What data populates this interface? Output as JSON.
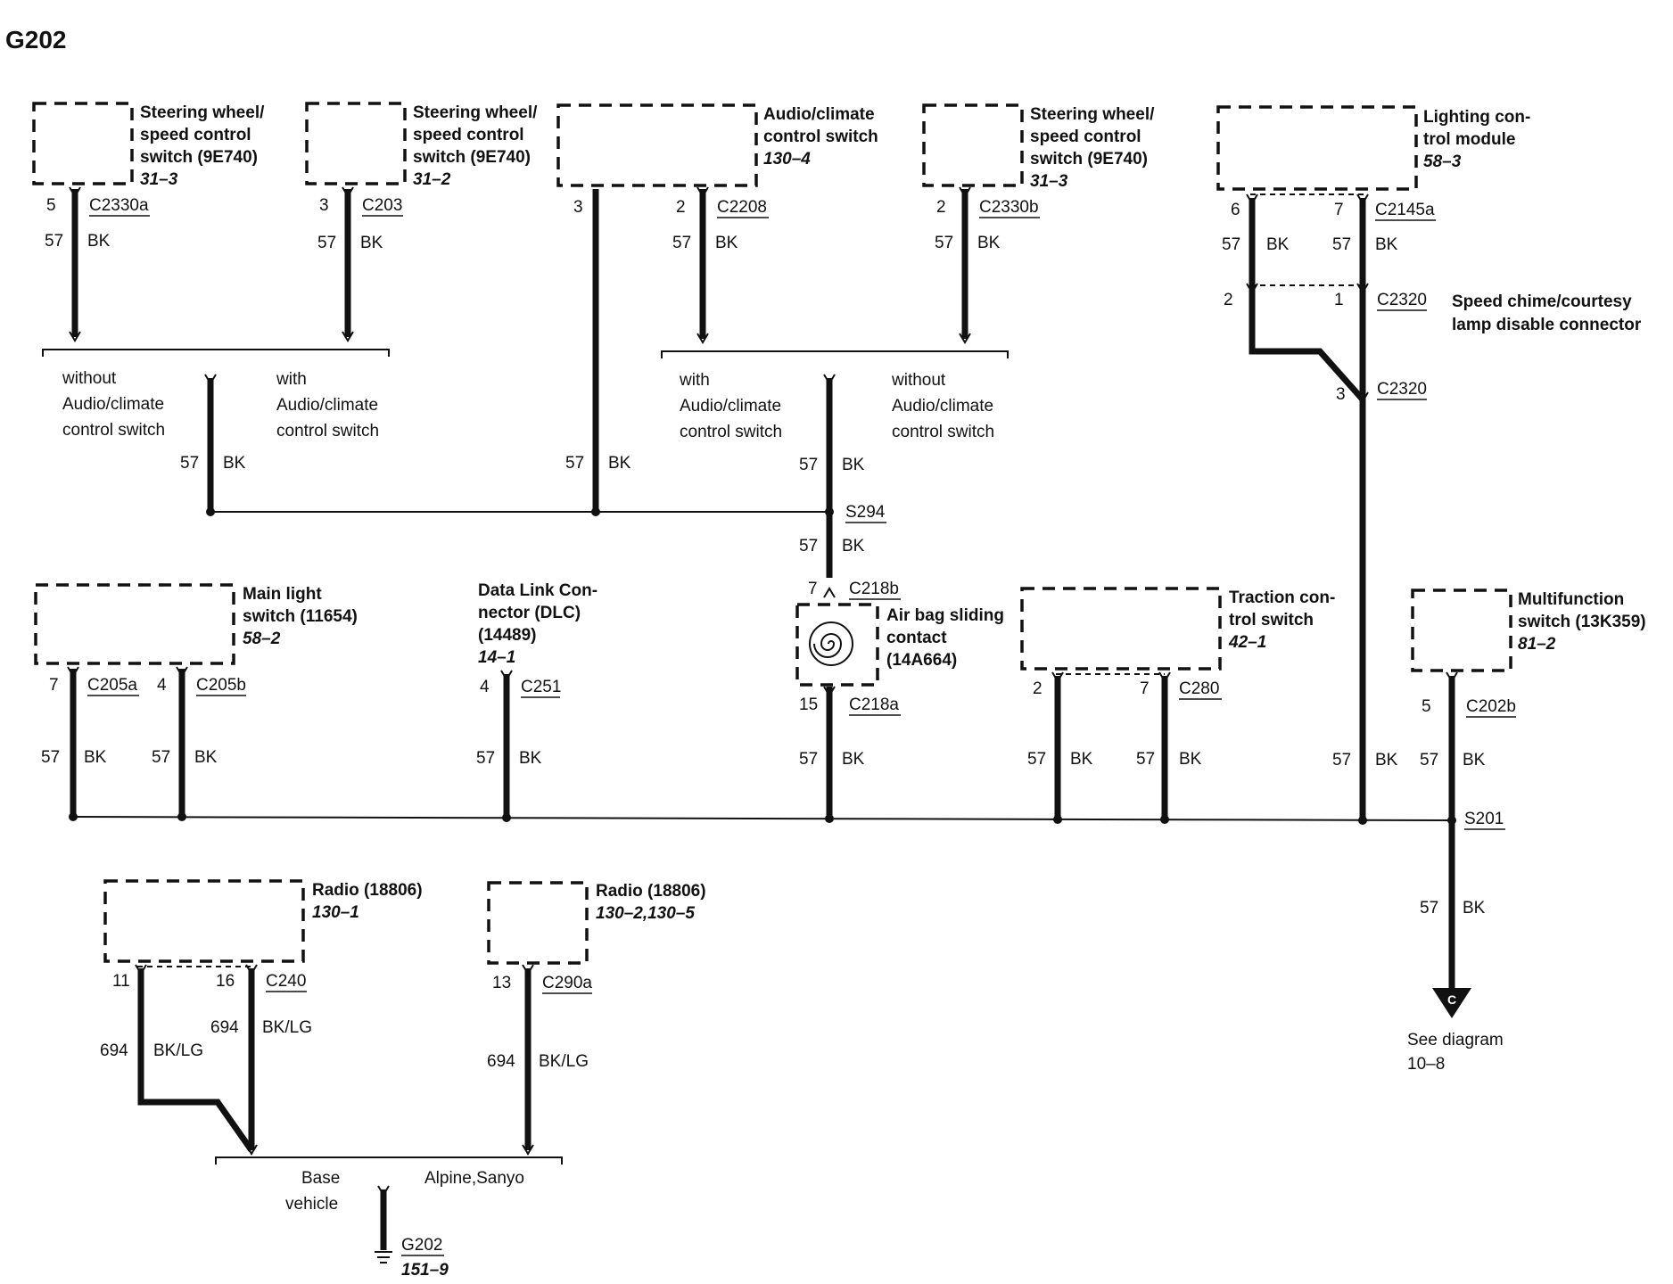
{
  "title": "G202",
  "components": {
    "sw1": {
      "name_lines": [
        "Steering wheel/",
        "speed control",
        "switch (9E740)"
      ],
      "ref": "31–3"
    },
    "sw2": {
      "name_lines": [
        "Steering wheel/",
        "speed control",
        "switch (9E740)"
      ],
      "ref": "31–2"
    },
    "audio": {
      "name_lines": [
        "Audio/climate",
        "control switch"
      ],
      "ref": "130–4"
    },
    "sw3": {
      "name_lines": [
        "Steering wheel/",
        "speed control",
        "switch (9E740)"
      ],
      "ref": "31–3"
    },
    "lcm": {
      "name_lines": [
        "Lighting con-",
        "trol module"
      ],
      "ref": "58–3"
    },
    "speed_chime": {
      "name_lines": [
        "Speed chime/courtesy",
        "lamp disable connector"
      ]
    },
    "main_light": {
      "name_lines": [
        "Main light",
        "switch (11654)"
      ],
      "ref": "58–2"
    },
    "dlc": {
      "name_lines": [
        "Data Link Con-",
        "nector (DLC)",
        "(14489)"
      ],
      "ref": "14–1"
    },
    "airbag": {
      "name_lines": [
        "Air bag sliding",
        "contact",
        "(14A664)"
      ]
    },
    "traction": {
      "name_lines": [
        "Traction con-",
        "trol switch"
      ],
      "ref": "42–1"
    },
    "multifunction": {
      "name_lines": [
        "Multifunction",
        "switch (13K359)"
      ],
      "ref": "81–2"
    },
    "radio1": {
      "name_lines": [
        "Radio (18806)"
      ],
      "ref": "130–1"
    },
    "radio2": {
      "name_lines": [
        "Radio (18806)"
      ],
      "ref": "130–2,130–5"
    }
  },
  "connectors": {
    "c2330a": "C2330a",
    "c203": "C203",
    "c2208": "C2208",
    "c2330b": "C2330b",
    "c2145a": "C2145a",
    "c2320a": "C2320",
    "c2320b": "C2320",
    "c205a": "C205a",
    "c205b": "C205b",
    "c251": "C251",
    "c218b": "C218b",
    "c218a": "C218a",
    "c280": "C280",
    "c202b": "C202b",
    "c240": "C240",
    "c290a": "C290a"
  },
  "splices": {
    "s294": "S294",
    "s201": "S201"
  },
  "ground": {
    "name": "G202",
    "ref": "151–9"
  },
  "pins": {
    "sw1": "5",
    "sw2": "3",
    "audio_l": "3",
    "audio_r": "2",
    "sw3": "2",
    "lcm_l": "6",
    "lcm_r": "7",
    "c2320_l": "2",
    "c2320_r": "1",
    "c2320_3": "3",
    "ml_l": "7",
    "ml_r": "4",
    "dlc": "4",
    "ab_top": "7",
    "ab_bot": "15",
    "tc_l": "2",
    "tc_r": "7",
    "mf": "5",
    "r1_l": "11",
    "r1_r": "16",
    "r2": "13"
  },
  "circuit": {
    "num": "57",
    "color": "BK",
    "radio_num": "694",
    "radio_color": "BK/LG"
  },
  "options": {
    "without_audio": [
      "without",
      "Audio/climate",
      "control switch"
    ],
    "with_audio": [
      "with",
      "Audio/climate",
      "control switch"
    ],
    "base_vehicle": [
      "Base",
      "vehicle"
    ],
    "alpine_sanyo": "Alpine,Sanyo"
  },
  "see_diagram": {
    "lines": [
      "See diagram",
      "10–8"
    ],
    "symbol": "C"
  }
}
